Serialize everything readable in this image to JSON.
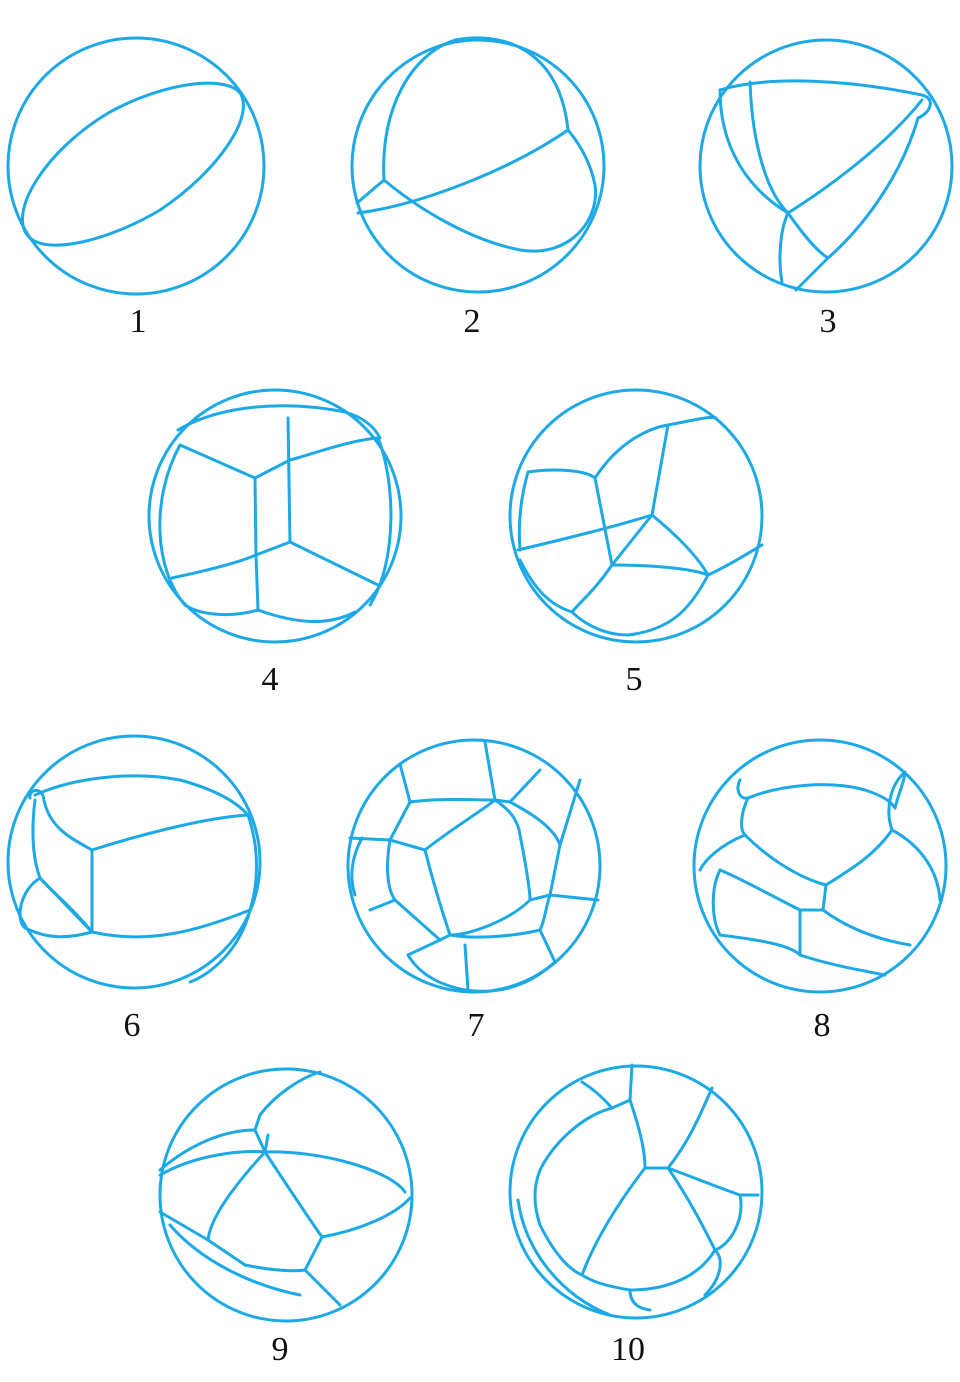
{
  "figures": [
    {
      "id": "fig-1",
      "label": "1"
    },
    {
      "id": "fig-2",
      "label": "2"
    },
    {
      "id": "fig-3",
      "label": "3"
    },
    {
      "id": "fig-4",
      "label": "4"
    },
    {
      "id": "fig-5",
      "label": "5"
    },
    {
      "id": "fig-6",
      "label": "6"
    },
    {
      "id": "fig-7",
      "label": "7"
    },
    {
      "id": "fig-8",
      "label": "8"
    },
    {
      "id": "fig-9",
      "label": "9"
    },
    {
      "id": "fig-10",
      "label": "10"
    }
  ],
  "colors": {
    "stroke": "#1ca9e6",
    "label": "#111111",
    "background": "#ffffff"
  }
}
